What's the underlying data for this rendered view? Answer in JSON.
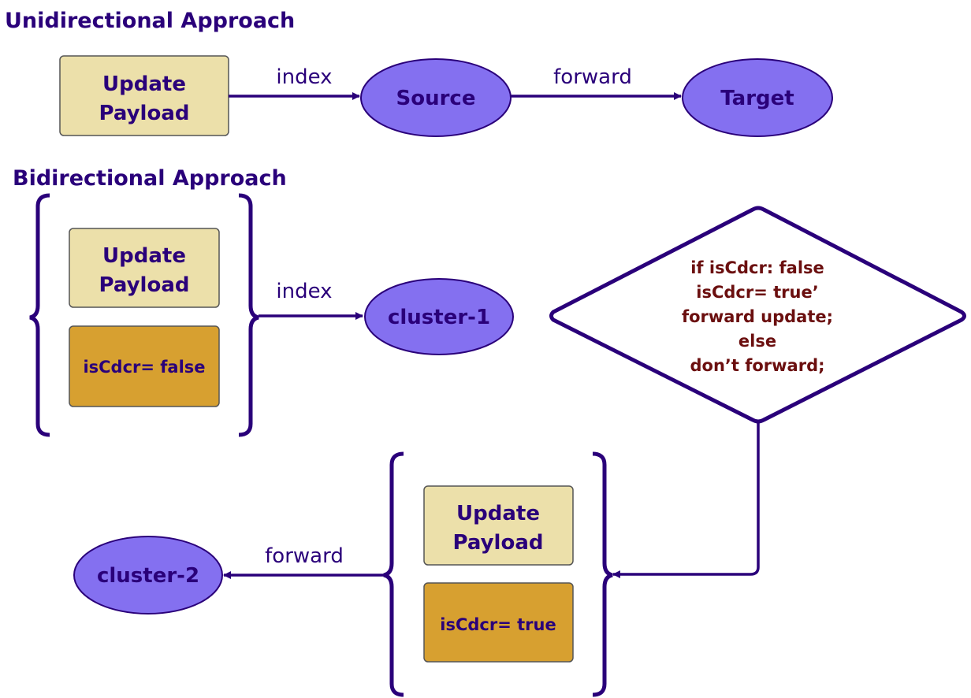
{
  "colors": {
    "ink": "#2a007a",
    "payload_fill": "#ece0aa",
    "flag_fill": "#d7a030",
    "node_fill": "#8470f0",
    "rule_text": "#6b0f0f",
    "box_border": "#555555"
  },
  "unidirectional": {
    "title": "Unidirectional Approach",
    "payload": [
      "Update",
      "Payload"
    ],
    "edge_index": "index",
    "source": "Source",
    "edge_forward": "forward",
    "target": "Target"
  },
  "bidirectional": {
    "title": "Bidirectional Approach",
    "payload_1": [
      "Update",
      "Payload"
    ],
    "flag_1": "isCdcr= false",
    "edge_index": "index",
    "cluster_1": "cluster-1",
    "rule": [
      "if isCdcr: false",
      "isCdcr= true’",
      "forward update;",
      "else",
      "don’t forward;"
    ],
    "payload_2": [
      "Update",
      "Payload"
    ],
    "flag_2": "isCdcr= true",
    "edge_forward": "forward",
    "cluster_2": "cluster-2"
  }
}
